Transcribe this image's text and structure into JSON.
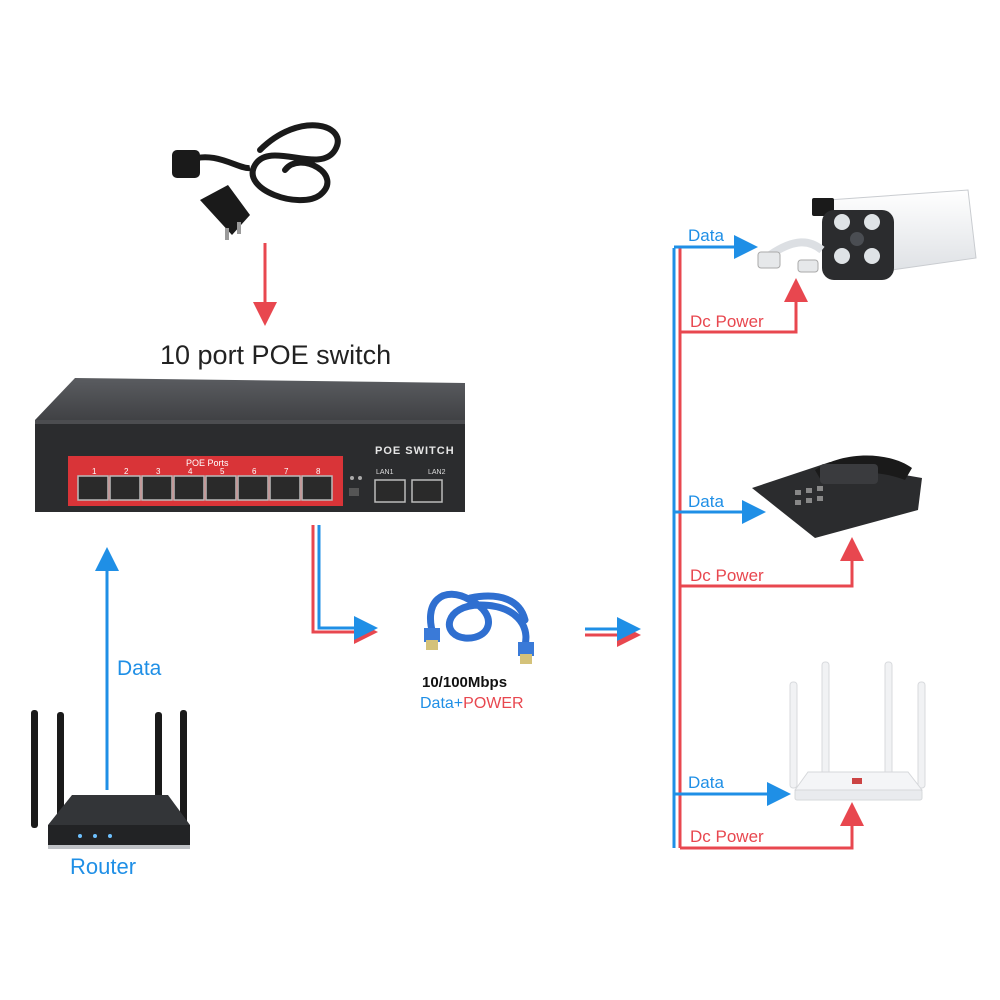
{
  "switch": {
    "caption": "10 port POE switch",
    "badge": "POE SWITCH",
    "ports_label": "POE Ports",
    "port_numbers": [
      "1",
      "2",
      "3",
      "4",
      "5",
      "6",
      "7",
      "8"
    ],
    "lan_labels": [
      "LAN1",
      "LAN2"
    ]
  },
  "router": {
    "label": "Router",
    "link_label": "Data"
  },
  "cable": {
    "speed": "10/100Mbps",
    "data_word": "Data",
    "plus": "+",
    "power_word": "POWER"
  },
  "devices": [
    {
      "name": "camera",
      "data_label": "Data",
      "power_label": "Dc Power"
    },
    {
      "name": "phone",
      "data_label": "Data",
      "power_label": "Dc Power"
    },
    {
      "name": "wifi-router",
      "data_label": "Data",
      "power_label": "Dc Power"
    }
  ],
  "colors": {
    "data": "#1f8fe6",
    "power": "#e8474f",
    "switch_body": "#2b2c2e",
    "port_panel": "#d93438"
  },
  "icons": [
    "power-cord-icon",
    "poe-switch-icon",
    "router-icon",
    "ethernet-cable-icon",
    "ip-camera-icon",
    "ip-phone-icon",
    "wifi-router-icon"
  ]
}
